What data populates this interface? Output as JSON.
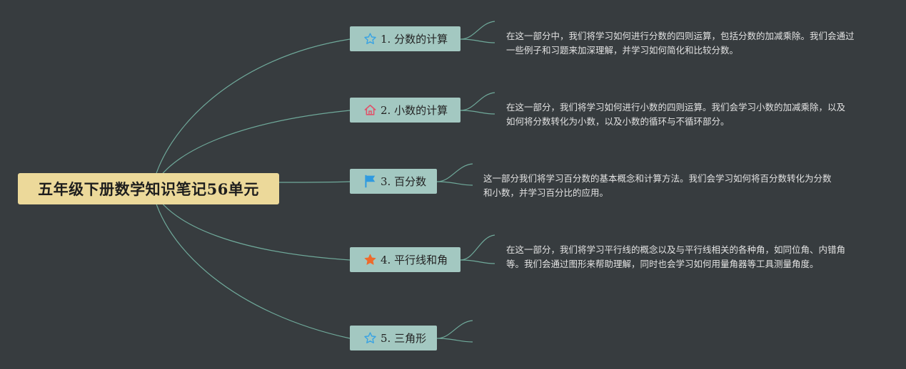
{
  "root": {
    "title": "五年级下册数学知识笔记56单元"
  },
  "topics": [
    {
      "label": "1. 分数的计算",
      "icon": "star-outline-icon",
      "icon_color": "#3aa3e3",
      "note": "在这一部分中，我们将学习如何进行分数的四则运算，包括分数的加减乘除。我们会通过一些例子和习题来加深理解，并学习如何简化和比较分数。"
    },
    {
      "label": "2. 小数的计算",
      "icon": "home-icon",
      "icon_color": "#e0526a",
      "note": "在这一部分，我们将学习如何进行小数的四则运算。我们会学习小数的加减乘除，以及如何将分数转化为小数，以及小数的循环与不循环部分。"
    },
    {
      "label": "3. 百分数",
      "icon": "flag-icon",
      "icon_color": "#2f9ae0",
      "note": "这一部分我们将学习百分数的基本概念和计算方法。我们会学习如何将百分数转化为分数和小数，并学习百分比的应用。"
    },
    {
      "label": "4. 平行线和角",
      "icon": "star-filled-icon",
      "icon_color": "#ee6a2c",
      "note": "在这一部分，我们将学习平行线的概念以及与平行线相关的各种角，如同位角、内错角等。我们会通过图形来帮助理解，同时也会学习如何用量角器等工具测量角度。"
    },
    {
      "label": "5. 三角形",
      "icon": "star-outline-icon",
      "icon_color": "#3aa3e3",
      "note": ""
    }
  ],
  "colors": {
    "background": "#373c3f",
    "root_fill": "#ecd99a",
    "topic_fill": "#a3c8c1",
    "connector": "#6fa99a",
    "note_text": "#e2e2e2"
  }
}
